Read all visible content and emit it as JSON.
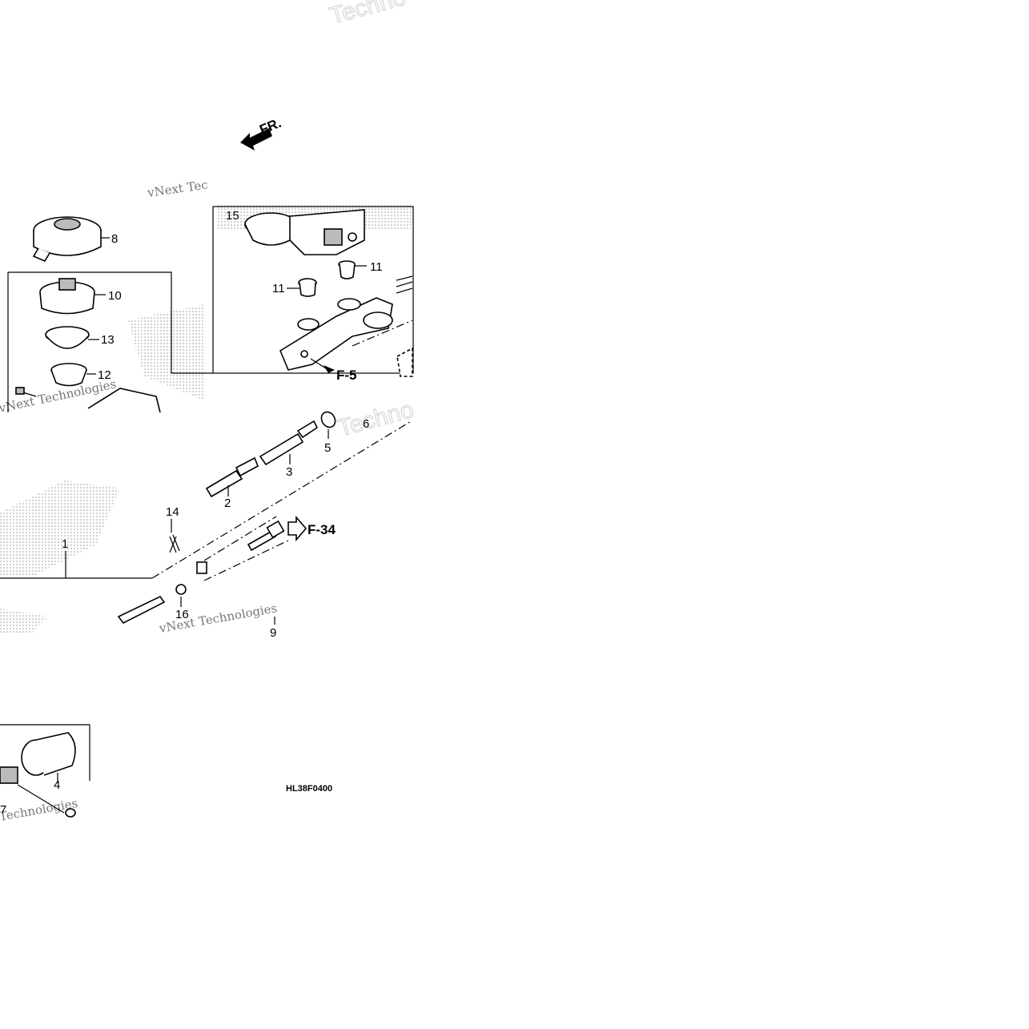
{
  "direction": {
    "label": "FR."
  },
  "callouts": {
    "c1": "1",
    "c2": "2",
    "c3": "3",
    "c4": "4",
    "c5": "5",
    "c6": "6",
    "c7": "7",
    "c8": "8",
    "c9": "9",
    "c10": "10",
    "c11a": "11",
    "c11b": "11",
    "c12": "12",
    "c13": "13",
    "c14": "14",
    "c15": "15",
    "c16": "16"
  },
  "refs": {
    "f5": "F-5",
    "f34": "F-34"
  },
  "diagram_code": "HL38F0400",
  "watermarks": {
    "w1": "Techno",
    "w2": "vNext Tec",
    "w3": "vNext Technologies",
    "w4": "Techno",
    "w5": "vNext Technologies",
    "w6": "Technologies"
  }
}
